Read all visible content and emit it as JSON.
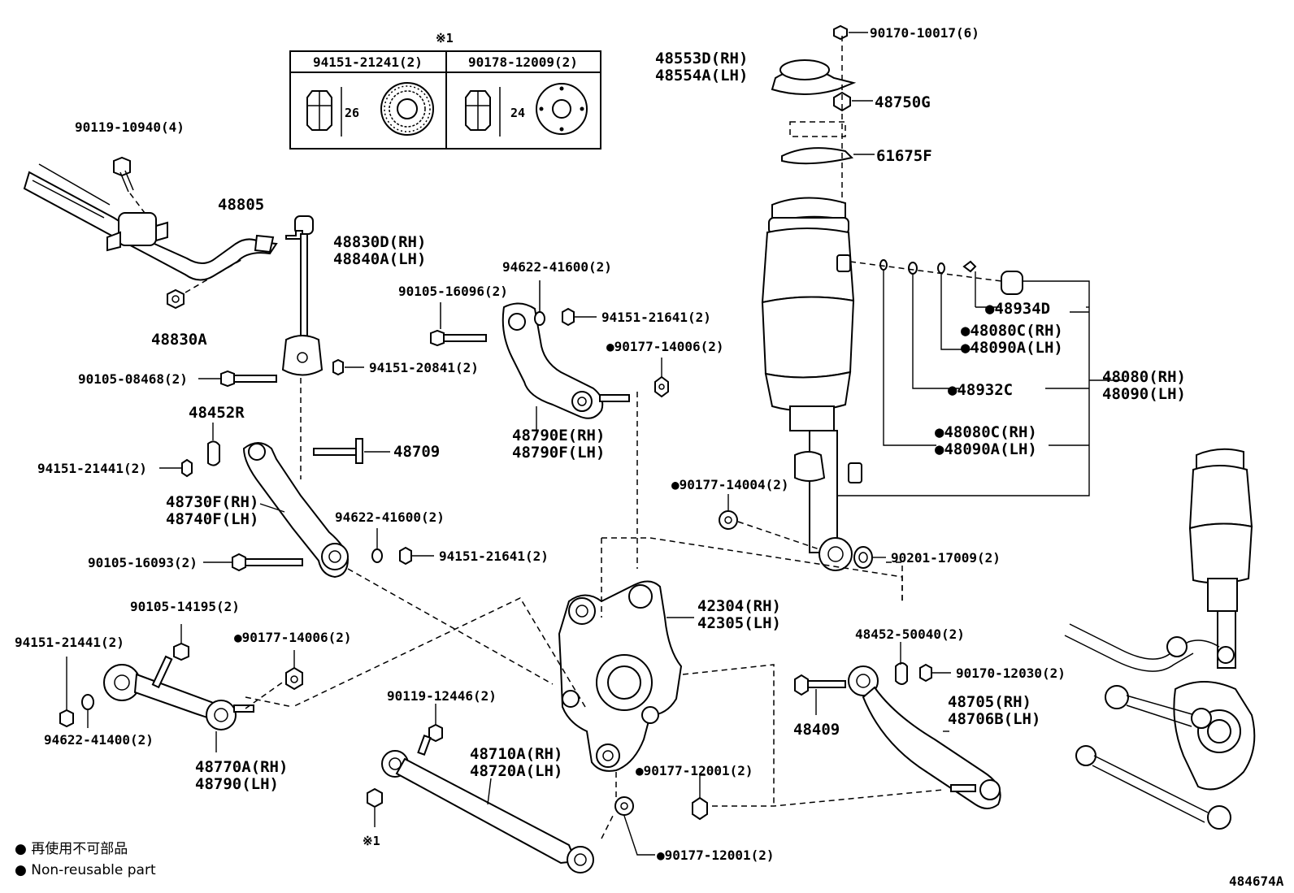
{
  "reference_note": {
    "mark": "※1",
    "header_left": "94151-21241(2)",
    "header_right": "90178-12009(2)",
    "dim_left": "26",
    "dim_right": "24"
  },
  "labels": {
    "p9017010017": "90170-10017(6)",
    "p48553D": "48553D(RH)",
    "p48554A": "48554A(LH)",
    "p48750G": "48750G",
    "p61675F": "61675F",
    "p9011910940": "90119-10940(4)",
    "p48805": "48805",
    "p48830D": "48830D(RH)",
    "p48840A": "48840A(LH)",
    "p48830A": "48830A",
    "p9462241600a": "94622-41600(2)",
    "p9010516096": "90105-16096(2)",
    "p9415121641a": "94151-21641(2)",
    "p9017714006a": "●90177-14006(2)",
    "p9010508468": "90105-08468(2)",
    "p9415120841": "94151-20841(2)",
    "p48790E": "48790E(RH)",
    "p48790F": "48790F(LH)",
    "p48452R": "48452R",
    "p48709": "48709",
    "p9415121441a": "94151-21441(2)",
    "p48730F": "48730F(RH)",
    "p48740F": "48740F(LH)",
    "p9462241600b": "94622-41600(2)",
    "p9415121641b": "94151-21641(2)",
    "p9010516093": "90105-16093(2)",
    "p48934D": "●48934D",
    "p48080Ca": "●48080C(RH)",
    "p48090Aa": "●48090A(LH)",
    "p48932C": "●48932C",
    "p48080RH": "48080(RH)",
    "p48090LH": "48090(LH)",
    "p48080Cb": "●48080C(RH)",
    "p48090Ab": "●48090A(LH)",
    "p9017714004": "●90177-14004(2)",
    "p9020117009": "90201-17009(2)",
    "p42304": "42304(RH)",
    "p42305": "42305(LH)",
    "p9010514195": "90105-14195(2)",
    "p9415121441b": "94151-21441(2)",
    "p9017714006b": "●90177-14006(2)",
    "p9462241400": "94622-41400(2)",
    "p48770A": "48770A(RH)",
    "p48790LH": "48790(LH)",
    "p4845250040": "48452-50040(2)",
    "p9017012030": "90170-12030(2)",
    "p48409": "48409",
    "p48705": "48705(RH)",
    "p48706B": "48706B(LH)",
    "p9011912446": "90119-12446(2)",
    "p48710A": "48710A(RH)",
    "p48720A": "48720A(LH)",
    "p9017712001a": "●90177-12001(2)",
    "p9017712001b": "●90177-12001(2)",
    "mark1": "※1"
  },
  "legend": {
    "jp": "● 再使用不可部品",
    "en": "● Non-reusable part"
  },
  "illustration_id": "484674A"
}
